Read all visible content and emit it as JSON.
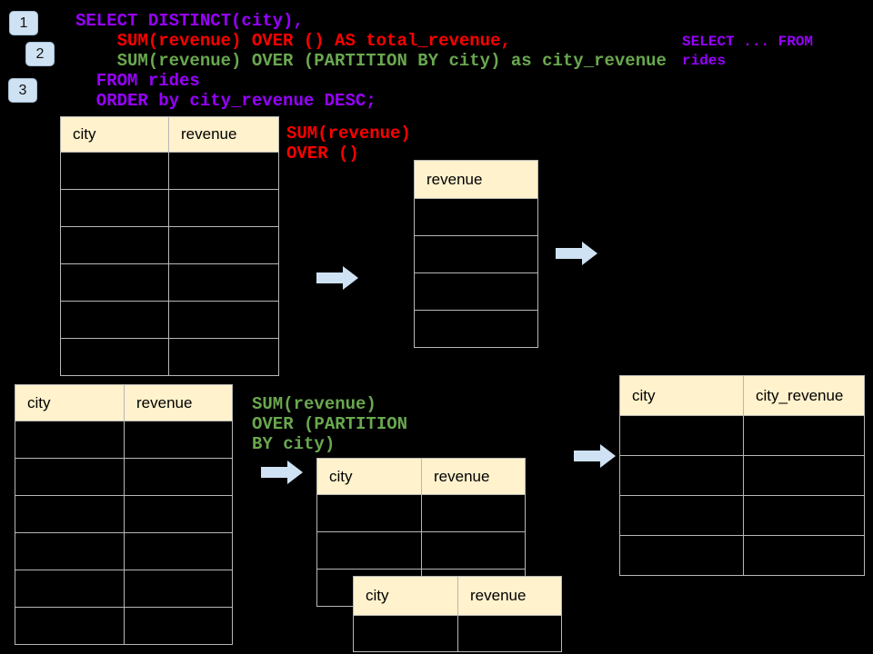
{
  "colors": {
    "background": "#000000",
    "purple": "#9900ff",
    "red": "#ff0000",
    "green": "#6aa84f",
    "header_fill": "#fff2cc",
    "table_border": "#b7b7b7",
    "arrow_fill": "#cfe2f3",
    "badge_fill": "#cfe2f3",
    "badge_border": "#a5bdd3"
  },
  "step_badges": [
    {
      "label": "1"
    },
    {
      "label": "2"
    },
    {
      "label": "3"
    }
  ],
  "sql_code": {
    "lines": [
      {
        "text": "SELECT DISTINCT(city),",
        "color": "purple",
        "indent": 0
      },
      {
        "text": "SUM(revenue) OVER () AS total_revenue,",
        "color": "red",
        "indent": 4
      },
      {
        "text": "SUM(revenue) OVER (PARTITION BY city) as city_revenue",
        "color": "green",
        "indent": 4
      },
      {
        "text": "FROM rides",
        "color": "purple",
        "indent": 2
      },
      {
        "text": "ORDER by city_revenue DESC;",
        "color": "purple",
        "indent": 2
      }
    ]
  },
  "from_clause_note": {
    "lines": [
      {
        "text": "SELECT ... FROM",
        "color": "purple",
        "indent": 0
      },
      {
        "text": "rides",
        "color": "purple",
        "indent": 0
      }
    ]
  },
  "total_revenue_label": {
    "lines": [
      {
        "text": "SUM(revenue)",
        "color": "red",
        "indent": 0
      },
      {
        "text": "OVER ()",
        "color": "red",
        "indent": 0
      }
    ]
  },
  "partition_label": {
    "lines": [
      {
        "text": "SUM(revenue)",
        "color": "green",
        "indent": 0
      },
      {
        "text": "OVER (PARTITION",
        "color": "green",
        "indent": 0
      },
      {
        "text": "BY city)",
        "color": "green",
        "indent": 0
      }
    ]
  },
  "tables": {
    "rides_source_top": {
      "headers": [
        "city",
        "revenue"
      ],
      "empty_rows": 6
    },
    "total_revenue_result": {
      "headers": [
        "revenue"
      ],
      "empty_rows": 4
    },
    "rides_source_bottom": {
      "headers": [
        "city",
        "revenue"
      ],
      "empty_rows": 6
    },
    "partition_group_back": {
      "headers": [
        "city",
        "revenue"
      ],
      "empty_rows": 3
    },
    "partition_group_front": {
      "headers": [
        "city",
        "revenue"
      ],
      "empty_rows": 1
    },
    "city_revenue_result": {
      "headers": [
        "city",
        "city_revenue"
      ],
      "empty_rows": 4
    }
  }
}
